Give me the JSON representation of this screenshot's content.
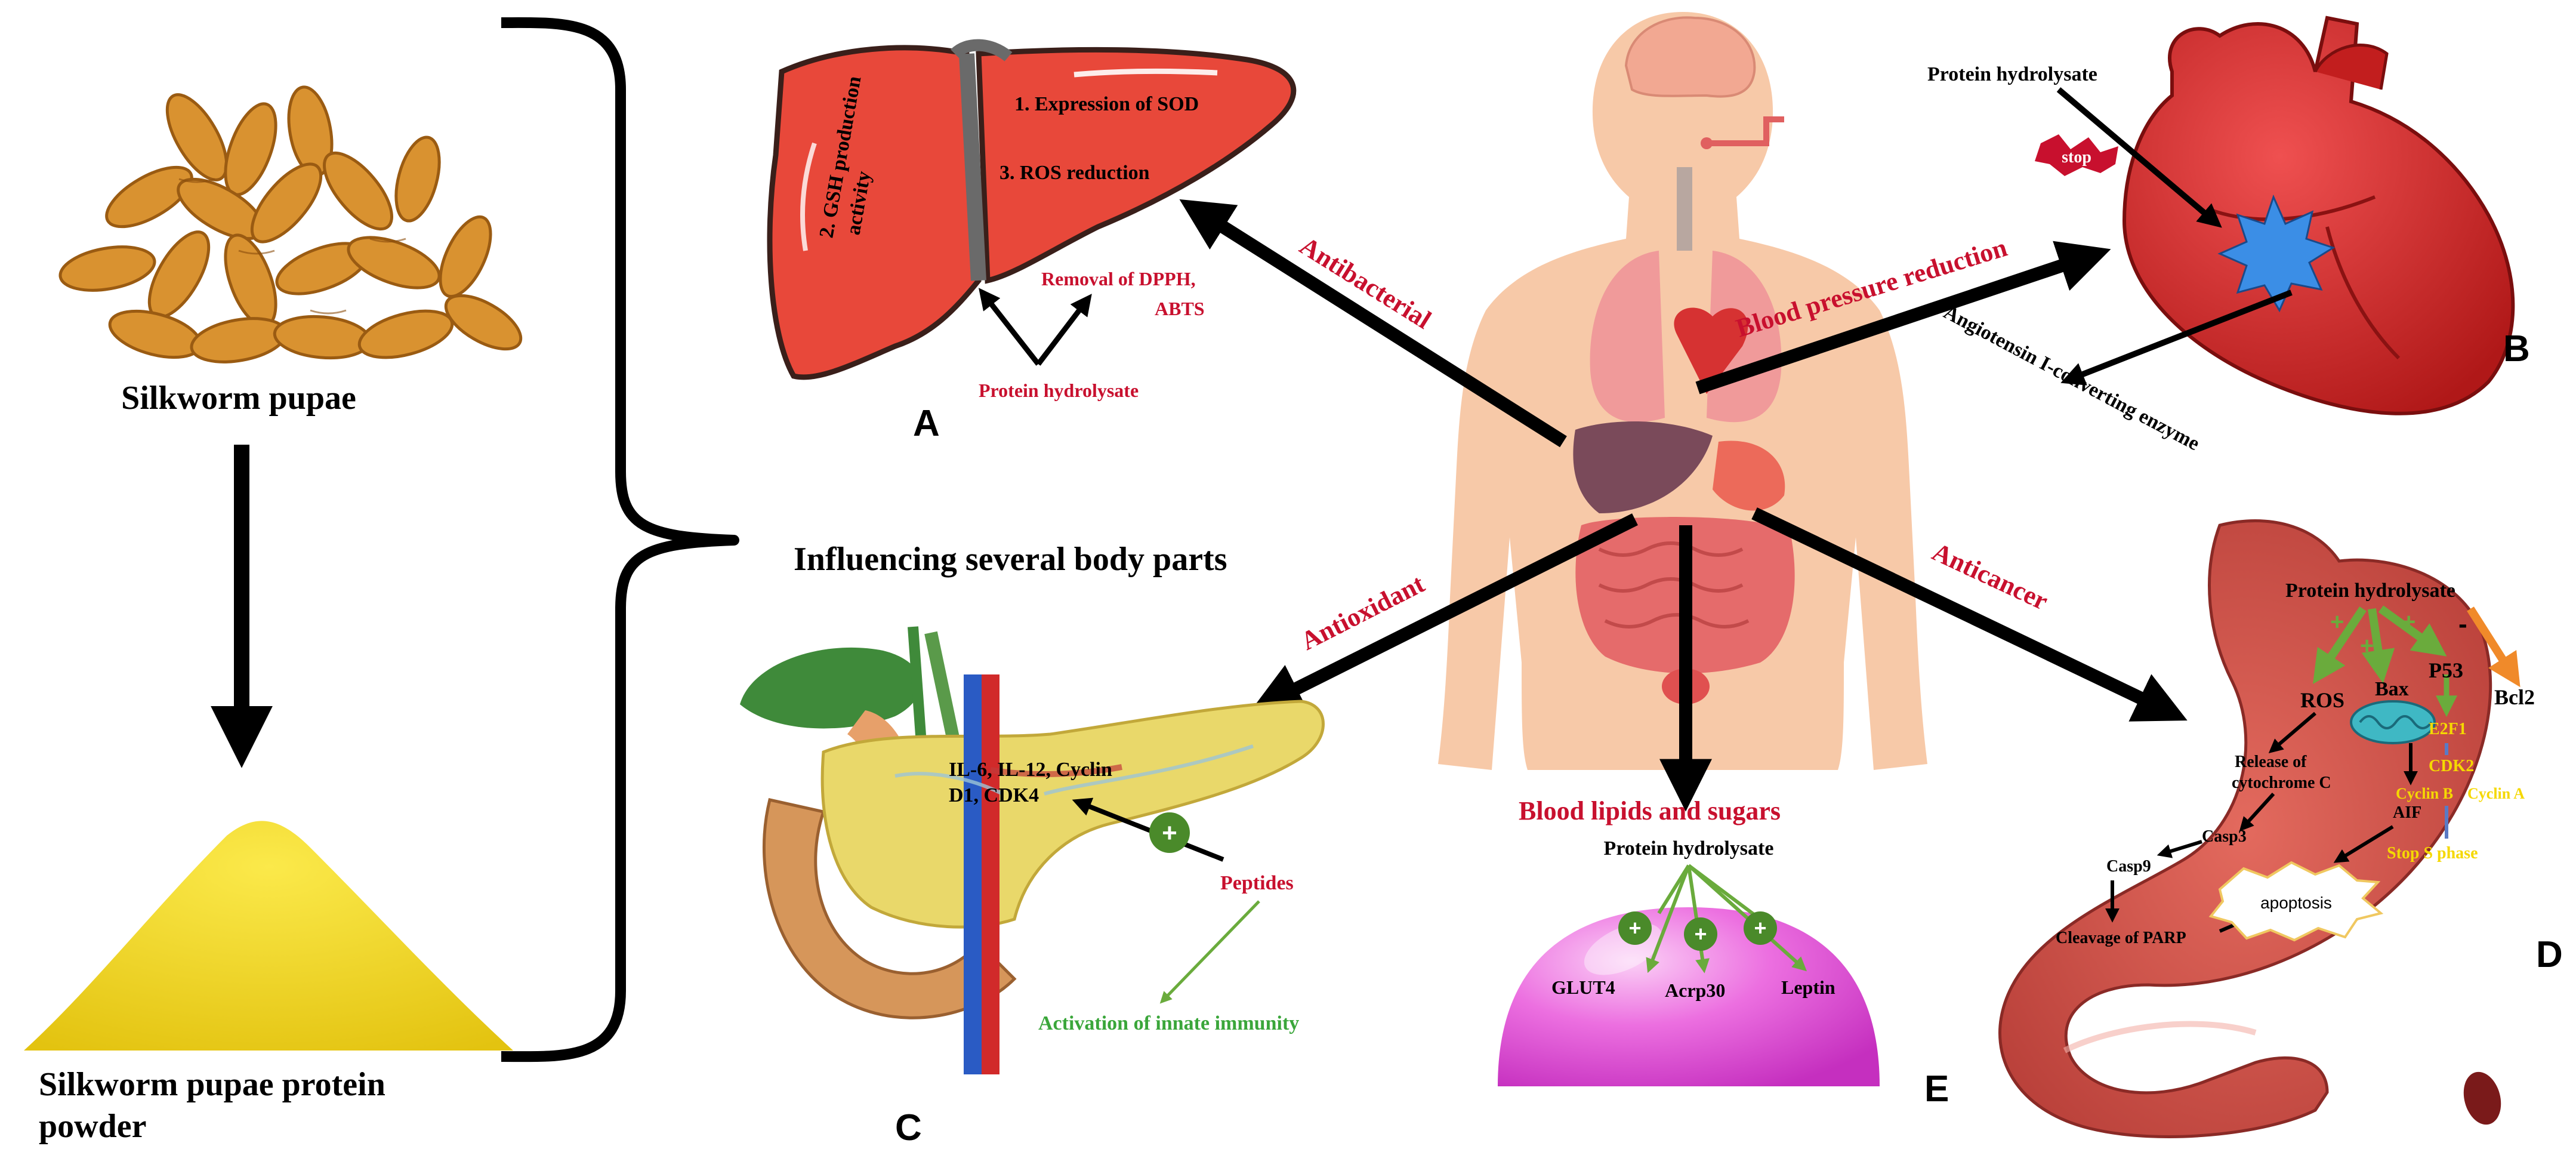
{
  "source": {
    "pupae_label": "Silkworm pupae",
    "powder_label_line1": "Silkworm pupae protein",
    "powder_label_line2": "powder",
    "center_label": "Influencing several body parts"
  },
  "effects": {
    "antibacterial": "Antibacterial",
    "antioxidant": "Antioxidant",
    "blood_pressure": "Blood pressure reduction",
    "anticancer": "Anticancer",
    "lipids_sugars": "Blood lipids and sugars"
  },
  "panels": {
    "A": {
      "letter": "A",
      "gsh_line1": "2. GSH production",
      "gsh_line2": "activity",
      "sod": "1. Expression of SOD",
      "ros": "3. ROS reduction",
      "dpph_line1": "Removal of DPPH,",
      "dpph_line2": "ABTS",
      "hydrolysate": "Protein hydrolysate"
    },
    "B": {
      "letter": "B",
      "hydrolysate": "Protein hydrolysate",
      "stop": "stop",
      "ace": "Angiotensin I-converting enzyme"
    },
    "C": {
      "letter": "C",
      "il_line1": "IL-6, IL-12, Cyclin",
      "il_line2": "D1, CDK4",
      "peptides": "Peptides",
      "immunity": "Activation of innate immunity",
      "plus": "+"
    },
    "D": {
      "letter": "D",
      "hydrolysate": "Protein hydrolysate",
      "ros": "ROS",
      "bax": "Bax",
      "p53": "P53",
      "bcl2": "Bcl2",
      "e2f1": "E2F1",
      "cdk2": "CDK2",
      "cyclin_b": "Cyclin B",
      "cyclin_a": "Cyclin A",
      "stop_s": "Stop S phase",
      "release_line1": "Release of",
      "release_line2": "cytochrome C",
      "aif": "AIF",
      "casp3": "Casp3",
      "casp9": "Casp9",
      "apoptosis": "apoptosis",
      "parp": "Cleavage of PARP",
      "plus": "+",
      "minus": "-"
    },
    "E": {
      "letter": "E",
      "hydrolysate": "Protein hydrolysate",
      "glut4": "GLUT4",
      "acrp30": "Acrp30",
      "leptin": "Leptin",
      "plus": "+"
    }
  },
  "colors": {
    "red_text": "#c8102e",
    "green_text": "#3aa63a",
    "liver": "#e8483a",
    "heart": "#d42a2a",
    "stomach": "#d9574e",
    "pancreas": "#e9d86a",
    "body_skin": "#f7c9a8",
    "pupae": "#d99230",
    "powder": "#f2dc1f",
    "dome": "#e64fd8",
    "yellow_text": "#f5d800"
  }
}
